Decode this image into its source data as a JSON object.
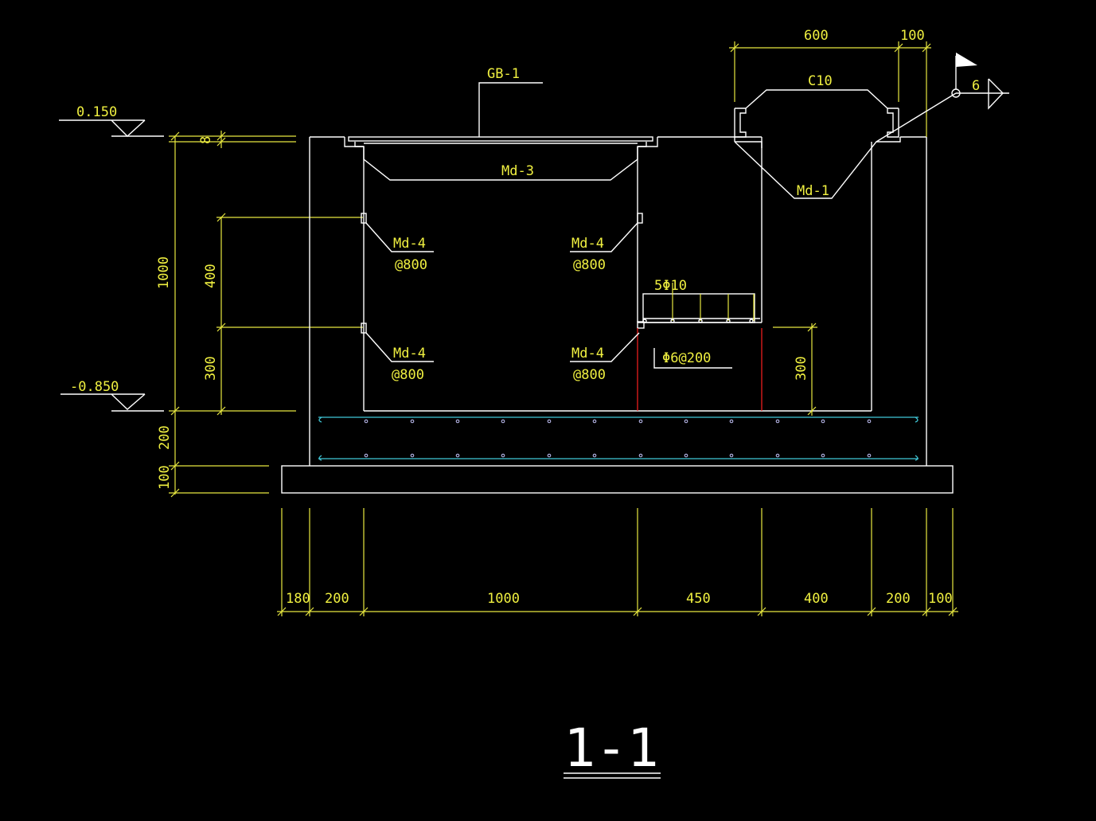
{
  "drawing": {
    "title": "1-1",
    "elevations": {
      "top": "0.150",
      "bottom": "-0.850"
    },
    "labels": {
      "gb1": "GB-1",
      "md3": "Md-3",
      "md1": "Md-1",
      "c10": "C10",
      "md4": "Md-4",
      "spacing": "@800",
      "rebar_top": "5Φ10",
      "stirrup": "Φ6@200",
      "weld_symbol": "6"
    },
    "dims_left": {
      "d8": "8",
      "d1000": "1000",
      "d400": "400",
      "d300": "300",
      "d200": "200",
      "d100": "100"
    },
    "dims_top": {
      "d600": "600",
      "d100": "100"
    },
    "dims_right": {
      "d300": "300"
    },
    "dims_bottom": [
      "180",
      "200",
      "1000",
      "450",
      "400",
      "200",
      "100"
    ],
    "colors": {
      "background": "#000000",
      "outline": "#ffffff",
      "dimension": "#f0f040",
      "rebar": "#40c8d8",
      "cut": "#ff2020"
    }
  }
}
